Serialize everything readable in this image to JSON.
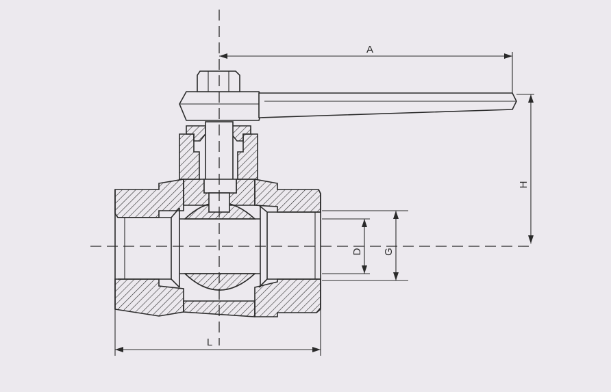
{
  "diagram": {
    "dimension_labels": {
      "A": "A",
      "H": "H",
      "D": "D",
      "G": "G",
      "L": "L"
    },
    "colors": {
      "background": "#ece9ee",
      "line": "#2a2a2a"
    }
  }
}
